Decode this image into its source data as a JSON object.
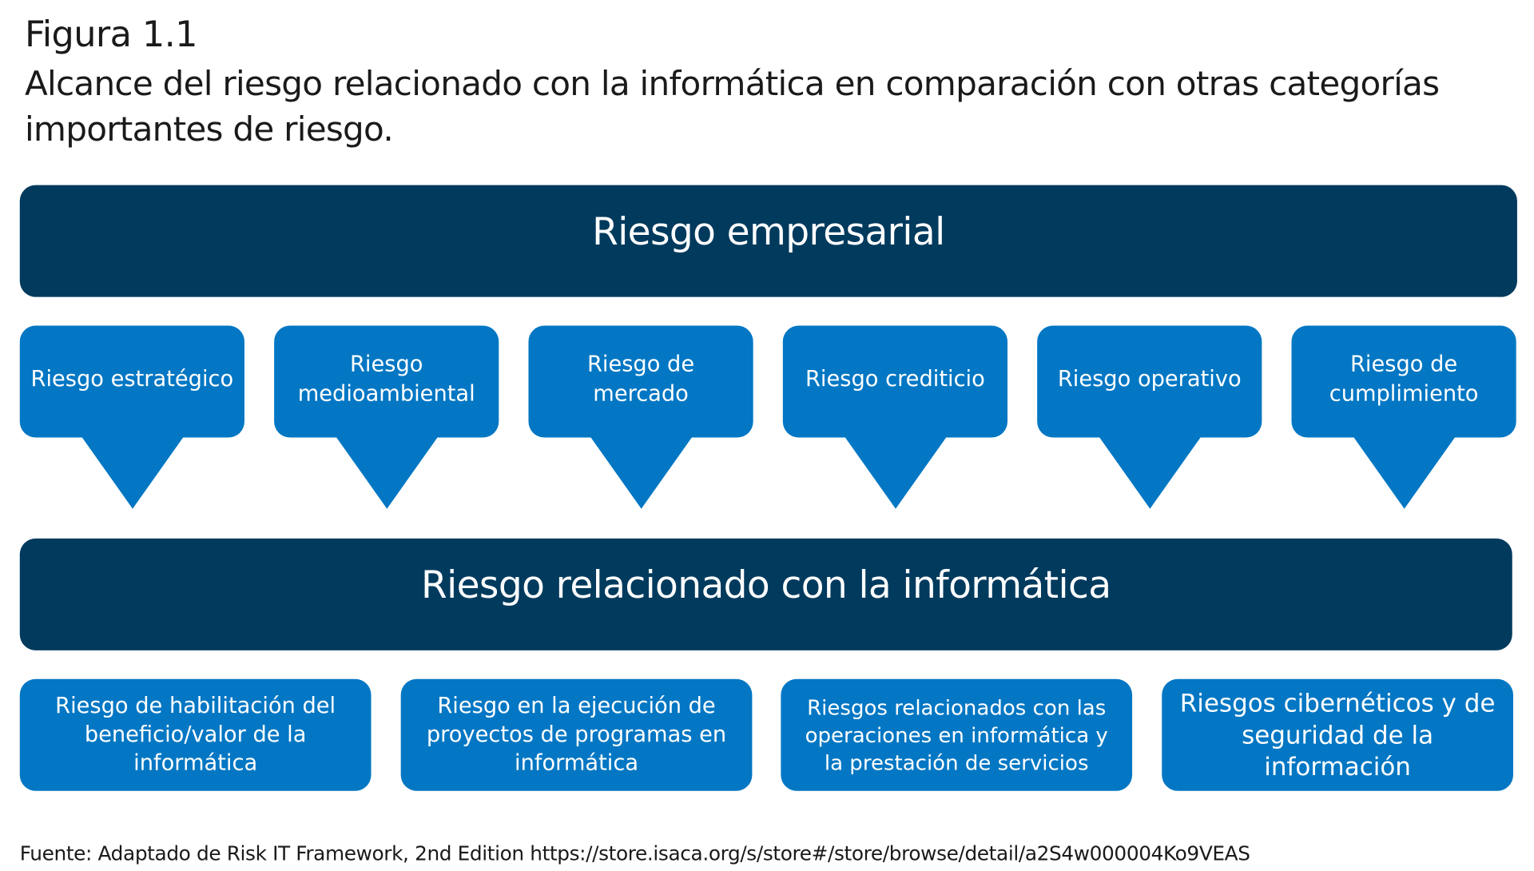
{
  "figure": {
    "label": "Figura 1.1",
    "title": "Alcance del riesgo relacionado con la informática en comparación con otras categorías importantes de riesgo."
  },
  "diagram": {
    "top_band": "Riesgo empresarial",
    "categories": [
      "Riesgo estratégico",
      "Riesgo medioambiental",
      "Riesgo de mercado",
      "Riesgo crediticio",
      "Riesgo operativo",
      "Riesgo de cumplimiento"
    ],
    "middle_band": "Riesgo relacionado con la informática",
    "it_categories": [
      "Riesgo de habilitación del beneficio/valor de la informática",
      "Riesgo en la ejecución de proyectos de programas en informática",
      "Riesgos relacionados con las operaciones en informática y la prestación de servicios",
      "Riesgos cibernéticos y de seguridad de la información"
    ]
  },
  "source": "Fuente: Adaptado de Risk IT Framework, 2nd Edition https://store.isaca.org/s/store#/store/browse/detail/a2S4w000004Ko9VEAS",
  "colors": {
    "dark_navy": "#003a5d",
    "medium_blue": "#0377c4",
    "text_dark": "#1a1a1a"
  }
}
